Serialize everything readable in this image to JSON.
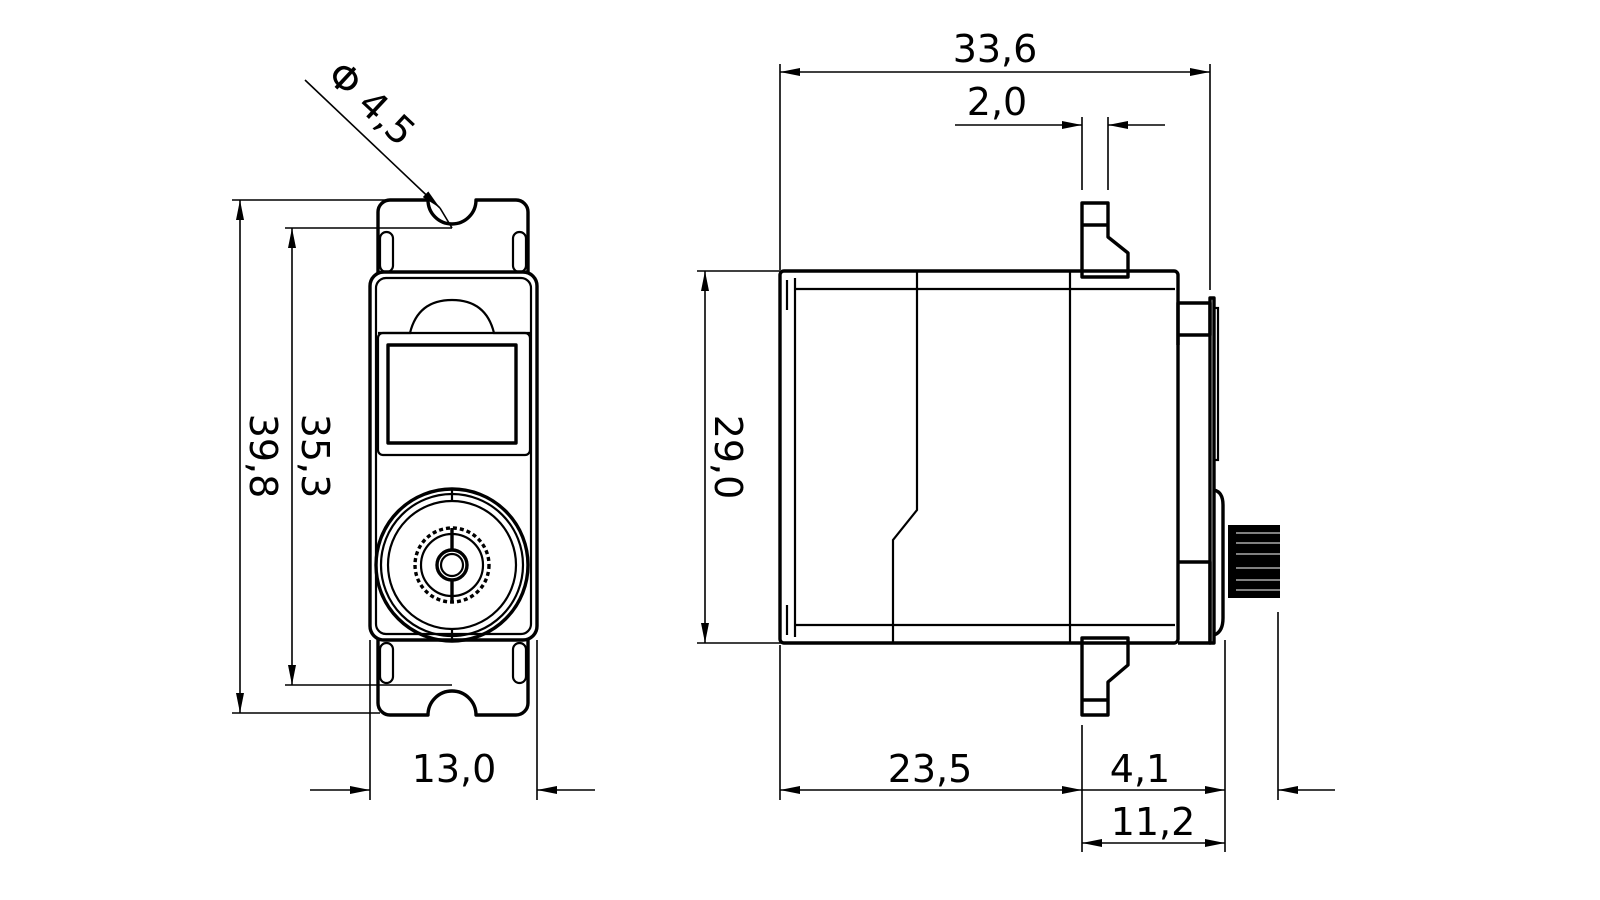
{
  "front_view": {
    "hole_diameter": "Φ 4,5",
    "overall_height": "39,8",
    "hole_spacing": "35,3",
    "width": "13,0"
  },
  "side_view": {
    "overall_length": "33,6",
    "tab_thickness": "2,0",
    "body_height": "29,0",
    "body_to_flange": "23,5",
    "spline_length": "4,1",
    "flange_to_spline": "11,2"
  },
  "colors": {
    "line": "#000000",
    "background": "#ffffff"
  }
}
